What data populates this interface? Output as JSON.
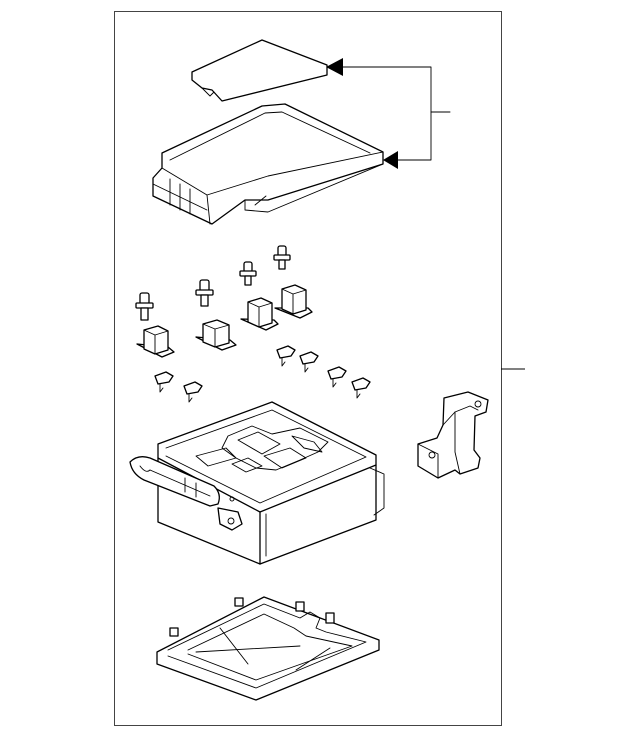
{
  "colors": {
    "line": "#000000",
    "background": "#ffffff",
    "frame": "#444444"
  },
  "parts": [
    "cover-gasket",
    "upper-cover",
    "fuse",
    "relay",
    "mini-fuse",
    "junction-box-body",
    "mounting-bracket",
    "lower-cover"
  ]
}
